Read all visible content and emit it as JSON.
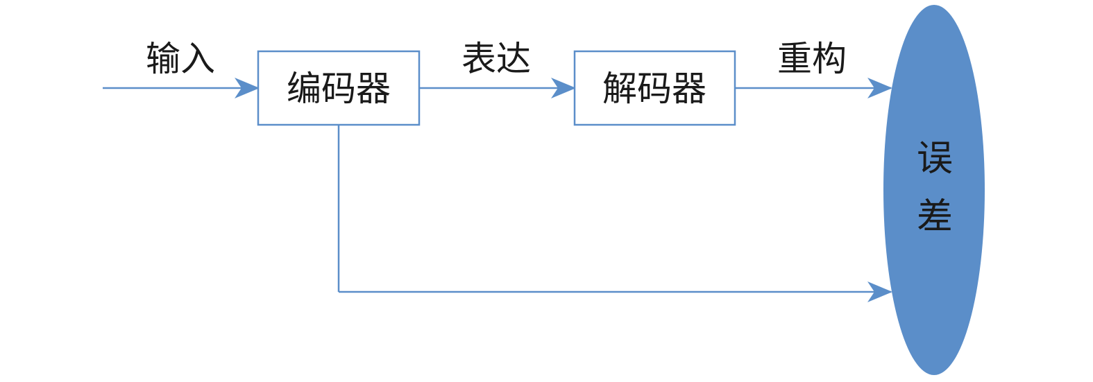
{
  "nodes": {
    "encoder": {
      "label": "编码器"
    },
    "decoder": {
      "label": "解码器"
    },
    "error": {
      "label_line1": "误",
      "label_line2": "差"
    }
  },
  "edges": {
    "input": {
      "label": "输入"
    },
    "representation": {
      "label": "表达"
    },
    "reconstruction": {
      "label": "重构"
    }
  },
  "colors": {
    "line": "#5b8ec9",
    "ellipse_fill": "#5b8ec9",
    "text": "#1a1a1a"
  }
}
